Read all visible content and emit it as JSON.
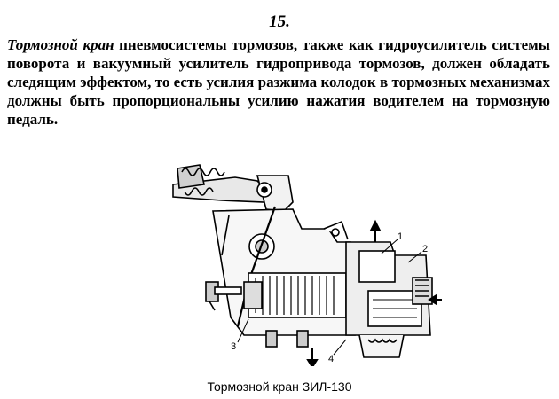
{
  "page": {
    "number": "15."
  },
  "text": {
    "term": "Тормозной кран",
    "body": " пневмосистемы тормозов, также как гидроусилитель системы поворота и вакуумный усилитель гидропривода тормозов, должен обладать следящим эффектом, то есть усилия разжима колодок в тормозных механизмах должны быть пропорциональны усилию нажатия водителем на тормозную педаль."
  },
  "figure": {
    "caption": "Тормозной кран ЗИЛ-130",
    "callouts": [
      "1",
      "2",
      "3",
      "4"
    ]
  }
}
